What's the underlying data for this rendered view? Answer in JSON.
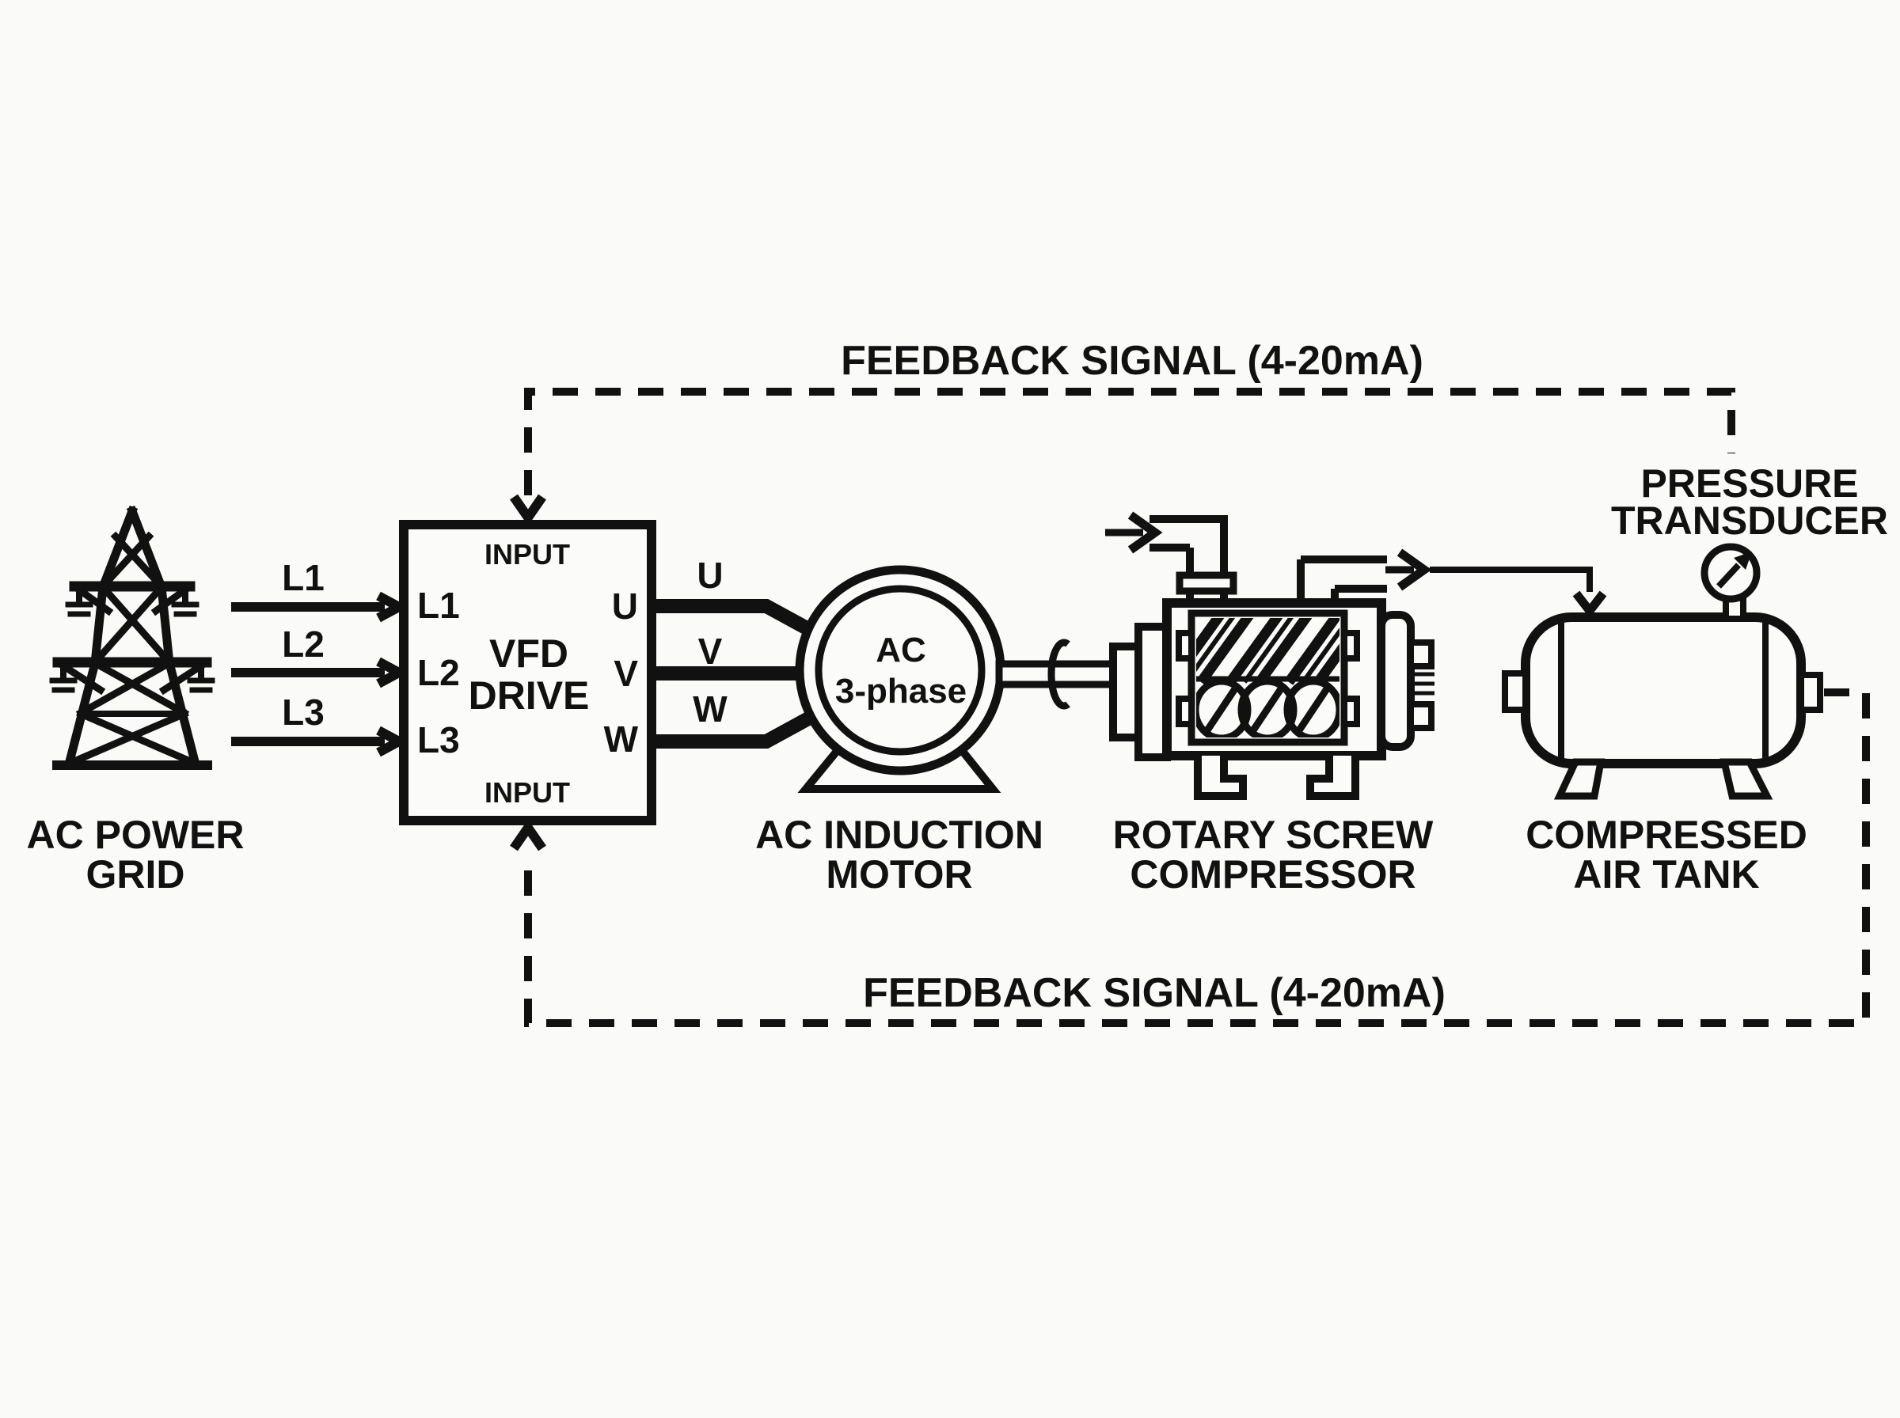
{
  "colors": {
    "ink": "#111111",
    "paper": "#fafaf8"
  },
  "feedback_top": {
    "label": "FEEDBACK SIGNAL (4-20mA)"
  },
  "feedback_bottom": {
    "label": "FEEDBACK SIGNAL (4-20mA)"
  },
  "power_grid": {
    "label_line1": "AC POWER",
    "label_line2": "GRID",
    "lines": [
      {
        "label": "L1"
      },
      {
        "label": "L2"
      },
      {
        "label": "L3"
      }
    ]
  },
  "vfd": {
    "input_top": "INPUT",
    "input_bottom": "INPUT",
    "terminals_in": [
      "L1",
      "L2",
      "L3"
    ],
    "name_line1": "VFD",
    "name_line2": "DRIVE",
    "terminals_out": [
      "U",
      "V",
      "W"
    ]
  },
  "wires": {
    "u": "U",
    "v": "V",
    "w": "W"
  },
  "motor": {
    "face_line1": "AC",
    "face_line2": "3-phase",
    "label_line1": "AC INDUCTION",
    "label_line2": "MOTOR"
  },
  "compressor": {
    "label_line1": "ROTARY SCREW",
    "label_line2": "COMPRESSOR"
  },
  "tank": {
    "label_line1": "COMPRESSED",
    "label_line2": "AIR TANK"
  },
  "transducer": {
    "label_line1": "PRESSURE",
    "label_line2": "TRANSDUCER"
  }
}
